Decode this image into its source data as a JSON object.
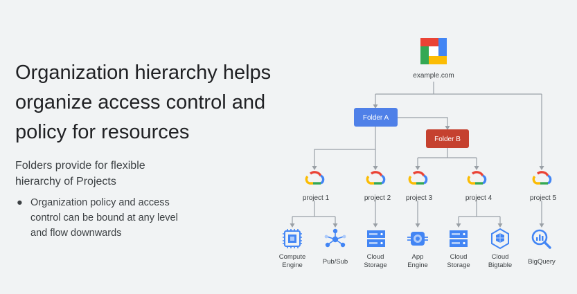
{
  "heading": {
    "lines": [
      "Organization hierarchy helps",
      "organize access control and",
      "policy for resources"
    ]
  },
  "subtitle": {
    "lines": [
      "Folders provide for flexible",
      "hierarchy of Projects"
    ]
  },
  "bullet": {
    "marker": "●",
    "lines": [
      "Organization policy and access",
      "control can be bound at any level",
      "and flow downwards"
    ]
  },
  "diagram": {
    "org": {
      "label": "example.com",
      "icon": "gcp-organization-icon"
    },
    "folders": [
      {
        "id": "folder-a",
        "label": "Folder A",
        "color": "#4f80e8"
      },
      {
        "id": "folder-b",
        "label": "Folder B",
        "color": "#c5412f"
      }
    ],
    "projects": [
      {
        "label": "project 1",
        "icon": "google-cloud-icon"
      },
      {
        "label": "project 2",
        "icon": "google-cloud-icon"
      },
      {
        "label": "project 3",
        "icon": "google-cloud-icon"
      },
      {
        "label": "project 4",
        "icon": "google-cloud-icon"
      },
      {
        "label": "project 5",
        "icon": "google-cloud-icon"
      }
    ],
    "resources": [
      {
        "lines": [
          "Compute",
          "Engine"
        ],
        "icon": "compute-engine-icon"
      },
      {
        "lines": [
          "Pub/Sub"
        ],
        "icon": "pubsub-icon"
      },
      {
        "lines": [
          "Cloud",
          "Storage"
        ],
        "icon": "cloud-storage-icon"
      },
      {
        "lines": [
          "App",
          "Engine"
        ],
        "icon": "app-engine-icon"
      },
      {
        "lines": [
          "Cloud",
          "Storage"
        ],
        "icon": "cloud-storage-icon"
      },
      {
        "lines": [
          "Cloud",
          "Bigtable"
        ],
        "icon": "cloud-bigtable-icon"
      },
      {
        "lines": [
          "BigQuery"
        ],
        "icon": "bigquery-icon"
      }
    ],
    "colors": {
      "connector": "#9aa0a6",
      "icon_blue": "#4285f4",
      "google_blue": "#4285f4",
      "google_red": "#ea4335",
      "google_yellow": "#fbbc04",
      "google_green": "#34a853"
    }
  }
}
